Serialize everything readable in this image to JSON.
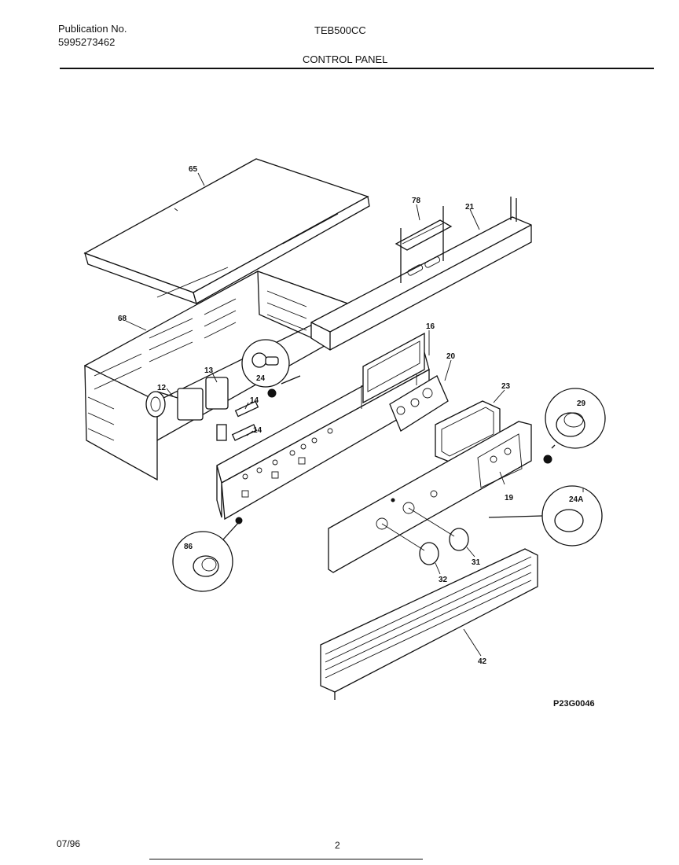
{
  "header": {
    "publication_label": "Publication No.",
    "publication_number": "5995273462",
    "model": "TEB500CC",
    "section_title": "CONTROL PANEL"
  },
  "diagram": {
    "callouts": [
      "65",
      "78",
      "21",
      "68",
      "16",
      "20",
      "23",
      "13",
      "24",
      "12",
      "14",
      "14",
      "29",
      "19",
      "24A",
      "86",
      "31",
      "32",
      "42"
    ],
    "figure_id": "P23G0046"
  },
  "footer": {
    "date": "07/96",
    "page": "2"
  }
}
